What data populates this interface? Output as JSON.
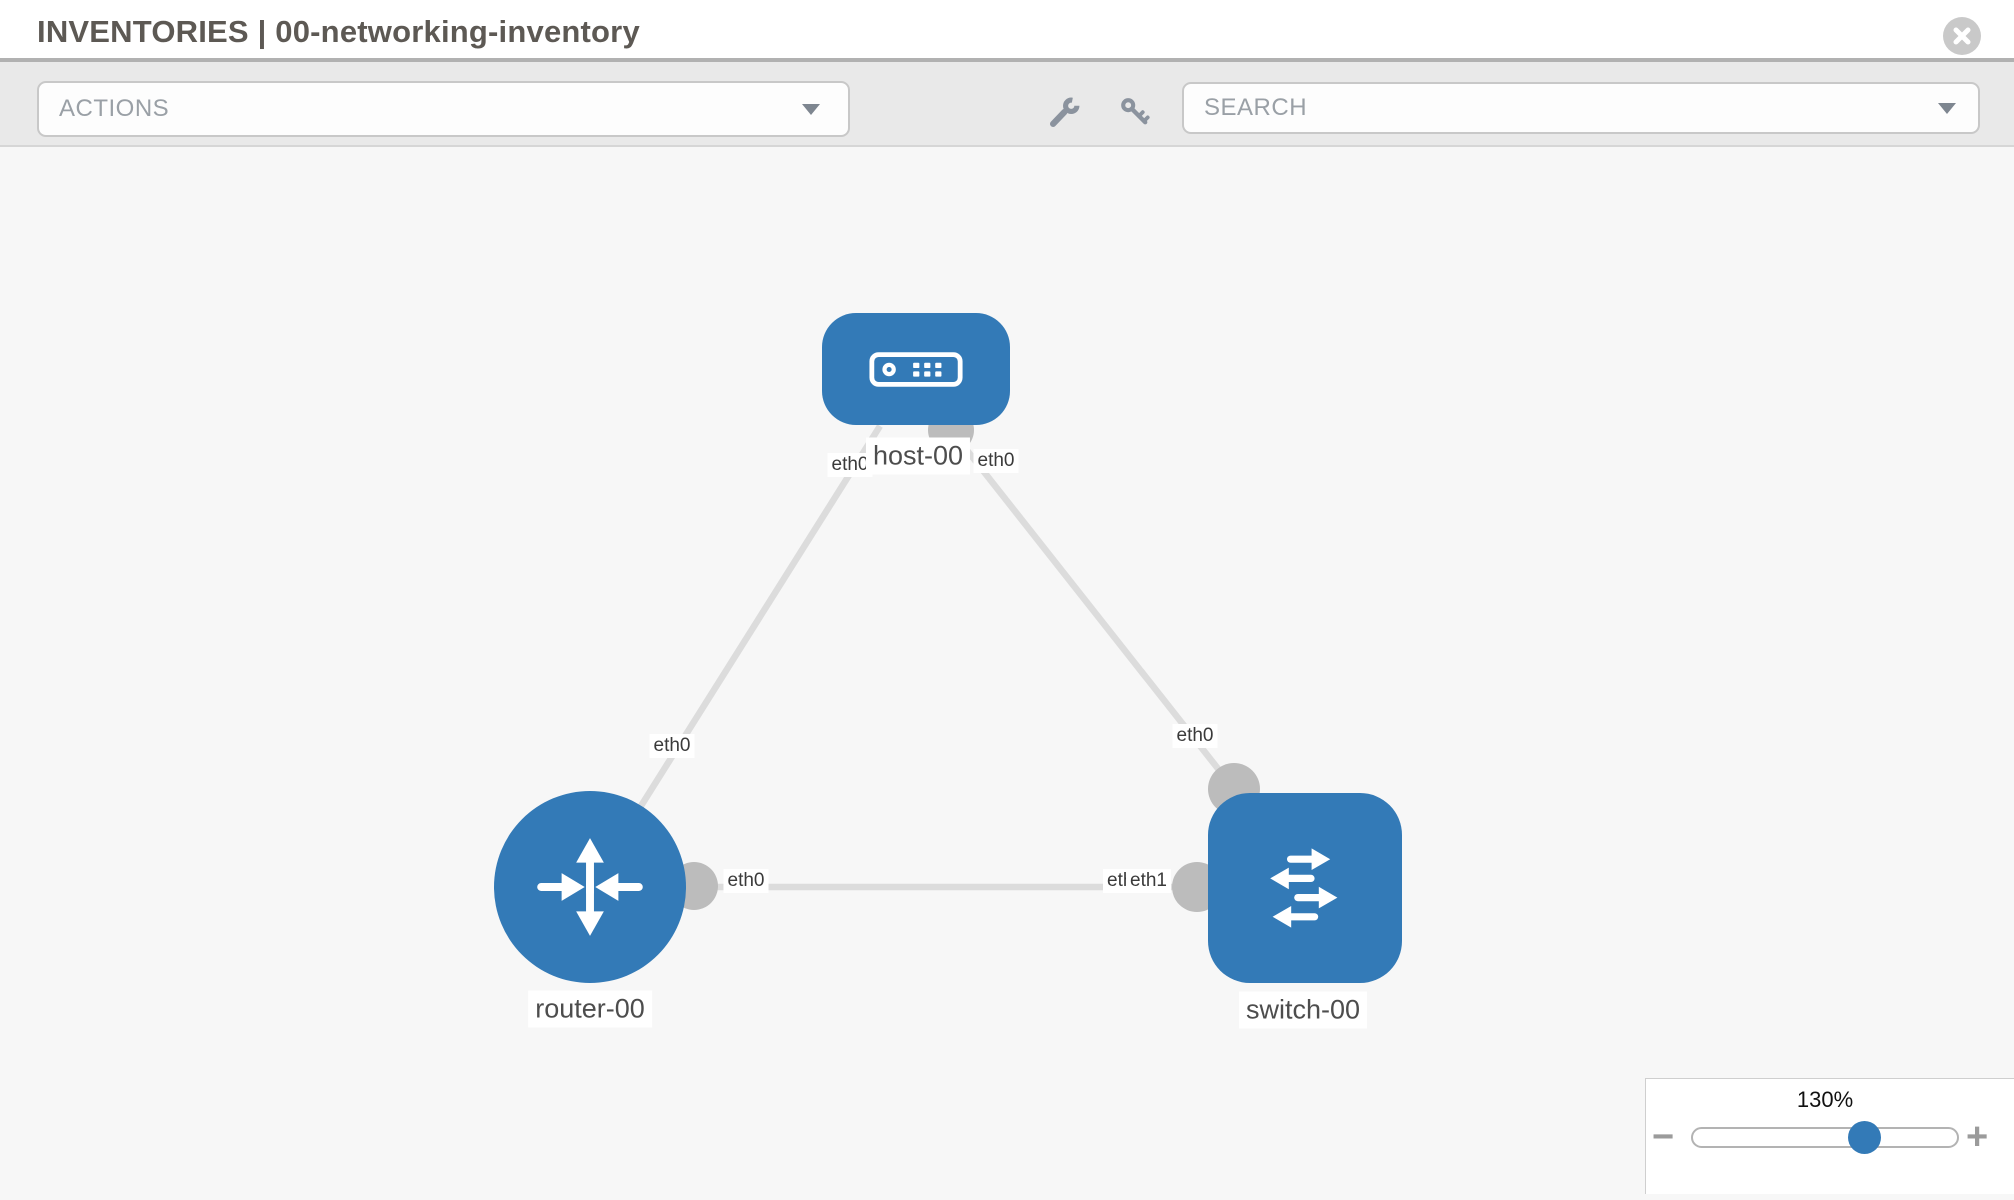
{
  "header": {
    "title": "INVENTORIES | 00-networking-inventory"
  },
  "toolbar": {
    "actions_label": "ACTIONS",
    "search_placeholder": "SEARCH"
  },
  "topology": {
    "nodes": [
      {
        "name": "host-00",
        "type": "host"
      },
      {
        "name": "router-00",
        "type": "router"
      },
      {
        "name": "switch-00",
        "type": "switch"
      }
    ],
    "links": [
      {
        "from": "host-00",
        "from_iface": "eth0",
        "to": "router-00",
        "to_iface": "eth0"
      },
      {
        "from": "host-00",
        "from_iface": "eth0",
        "to": "switch-00",
        "to_iface": "eth0"
      },
      {
        "from": "router-00",
        "from_iface": "eth0",
        "to": "switch-00",
        "to_iface": "eth1"
      }
    ],
    "overlap_hidden_label": "eth0"
  },
  "zoom_control": {
    "level": "130%",
    "zoom_out_label": "−",
    "zoom_in_label": "+"
  },
  "colors": {
    "node_blue": "#337ab7",
    "link_gray": "#dcdcdc",
    "dot_gray": "#bcbcbc"
  }
}
